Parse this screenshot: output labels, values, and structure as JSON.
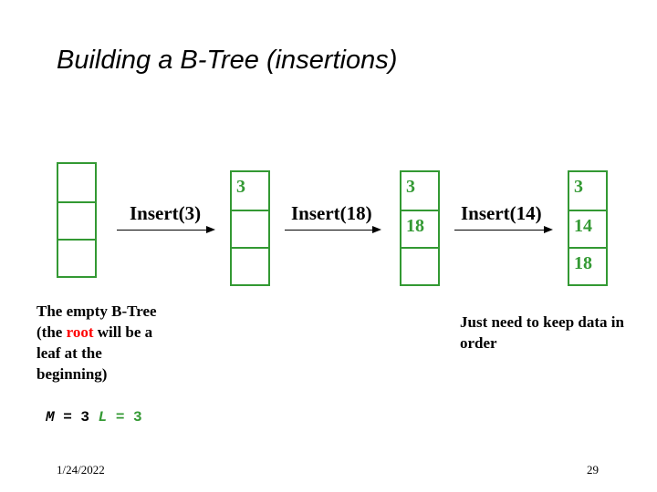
{
  "slide": {
    "title": "Building a B-Tree (insertions)",
    "colors": {
      "node_border": "#339933",
      "key_text": "#339933",
      "highlight": "#ff0000"
    },
    "steps": [
      {
        "node_keys": [
          "",
          "",
          ""
        ]
      },
      {
        "operation": "Insert(3)",
        "node_keys": [
          "3",
          "",
          ""
        ]
      },
      {
        "operation": "Insert(18)",
        "node_keys": [
          "3",
          "18",
          ""
        ]
      },
      {
        "operation": "Insert(14)",
        "node_keys": [
          "3",
          "14",
          "18"
        ]
      }
    ],
    "left_note": {
      "part1": "The empty B-Tree (the ",
      "highlight": "root",
      "part2": " will be a leaf at the beginning)"
    },
    "params": {
      "m_label": "M",
      "m_eq": " = 3 ",
      "l_label": "L",
      "l_eq": " = 3"
    },
    "right_note": "Just need to keep data in order",
    "footer": {
      "date": "1/24/2022",
      "page_number": "29"
    }
  }
}
